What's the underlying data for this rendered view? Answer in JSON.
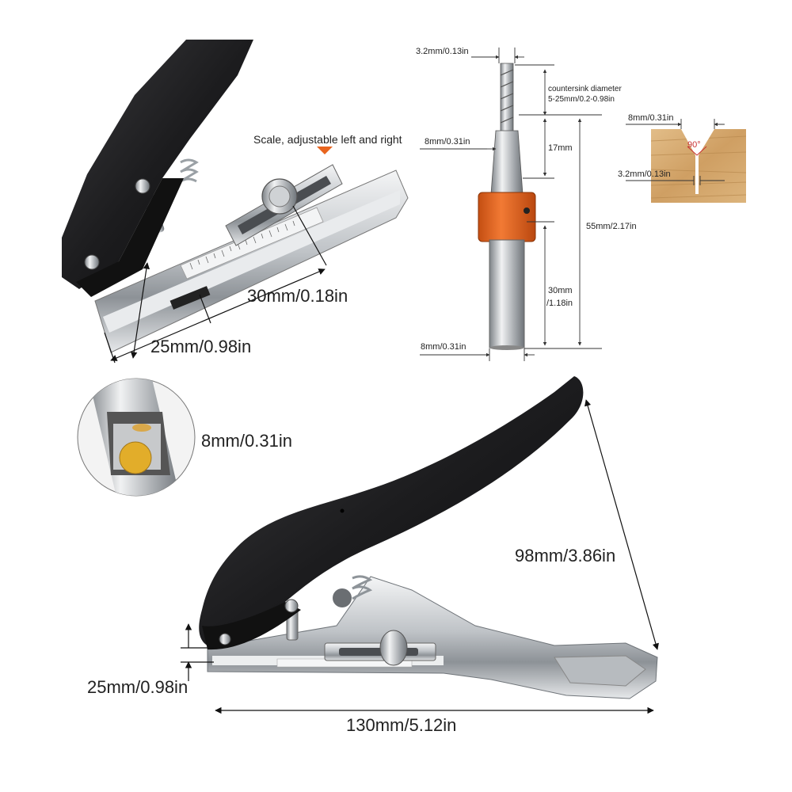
{
  "top_punch": {
    "scale_note": "Scale, adjustable left and right",
    "length_label": "30mm/0.18in",
    "depth_label": "25mm/0.98in"
  },
  "drill_bit": {
    "tip_diameter": "3.2mm/0.13in",
    "countersink_title": "countersink diameter",
    "countersink_range": "5-25mm/0.2-0.98in",
    "collar_diameter": "8mm/0.31in",
    "flute_length": "17mm",
    "total_length": "55mm/2.17in",
    "shank_length_value": "30mm",
    "shank_length_inch": "/1.18in",
    "shank_diameter": "8mm/0.31in"
  },
  "wood_detail": {
    "top_width": "8mm/0.31in",
    "angle": "90°",
    "hole_width": "3.2mm/0.13in"
  },
  "detail_circle": {
    "hole_size": "8mm/0.31in"
  },
  "bottom_punch": {
    "handle_length": "98mm/3.86in",
    "throat_depth": "25mm/0.98in",
    "overall_length": "130mm/5.12in"
  },
  "colors": {
    "handle_black": "#1c1c1e",
    "chrome": "#d4d7da",
    "collar_orange": "#e8641e",
    "wood": "#d9b078",
    "yellow_chip": "#e2ad2a"
  }
}
